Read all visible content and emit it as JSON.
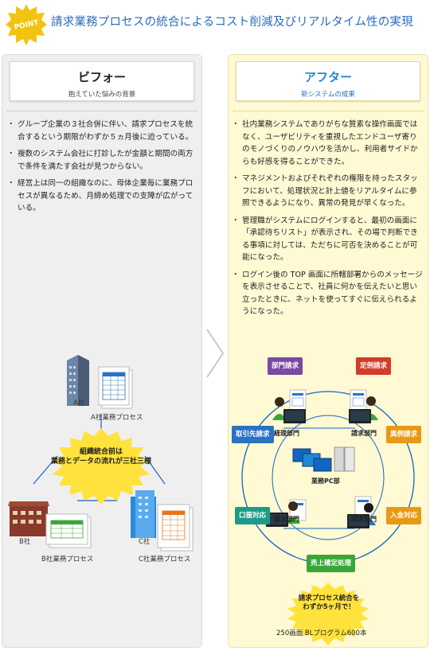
{
  "header": {
    "badge": "POINT",
    "title": "請求業務プロセスの統合によるコスト削減及びリアルタイム性の実現"
  },
  "before": {
    "title": "ビフォー",
    "subtitle": "抱えていた悩みの背景",
    "bullets": [
      "グループ企業の３社合併に伴い、請求プロセスを統合するという期限がわずか５ヵ月後に迫っている。",
      "複数のシステム会社に打診したが金額と期間の両方で条件を満たす会社が見つからない。",
      "経営上は同一の組織なのに、母体企業毎に業務プロセスが異なるため、月締め処理での支障が広がっている。"
    ],
    "diagram": {
      "company_a": "A社",
      "process_a": "A社業務プロセス",
      "company_b": "B社",
      "process_b": "B社業務プロセス",
      "company_c": "C社",
      "process_c": "C社業務プロセス",
      "center_line1": "組織統合前は",
      "center_line2": "業務とデータの流れが三社三様"
    }
  },
  "after": {
    "title": "アフター",
    "subtitle": "新システムの成果",
    "bullets": [
      "社内業務システムでありがちな質素な操作画面ではなく、ユーザビリティを重視したエンドユーザ寄りのモノづくりのノウハウを活かし、利用者サイドからも好感を得ることができた。",
      "マネジメントおよびそれぞれの権限を持ったスタッフにおいて、処理状況と計上値をリアルタイムに参照できるようになり、異常の発見が早くなった。",
      "管理職がシステムにログインすると、最初の画面に「承認待ちリスト」が表示され、その場で判断できる事項に対しては、ただちに可否を決めることが可能になった。",
      "ログイン後の TOP 画面に所轄部署からのメッセージを表示させることで、社員に何かを伝えたいと思い立ったときに、ネットを使ってすぐに伝えられるようになった。"
    ],
    "diagram": {
      "tags": {
        "dept_billing": "部門請求",
        "regular_billing": "定例請求",
        "partner_billing": "取引先請求",
        "irregular_billing": "異例請求",
        "transfer": "口振対応",
        "payment": "入金対応",
        "sales_confirm": "売上確定処理"
      },
      "nodes": {
        "accounting": "経理部門",
        "billing_tr": "請求部門",
        "billing_bl": "請求部門",
        "billing_br": "請求部門",
        "center": "業務PC部"
      },
      "burst_line1": "請求プロセス統合を",
      "burst_line2": "わずか5ヶ月で！",
      "footer": "250画面 BLプログラム600本"
    }
  },
  "colors": {
    "title_blue": "#2a6bbf",
    "after_title": "#1e88d4",
    "before_bg": "#efefef",
    "after_bg": "#fff9d4",
    "badge_yellow": "#f3c40f",
    "burst_yellow": "#ffe23c",
    "cycle_blue": "#1565c0"
  }
}
